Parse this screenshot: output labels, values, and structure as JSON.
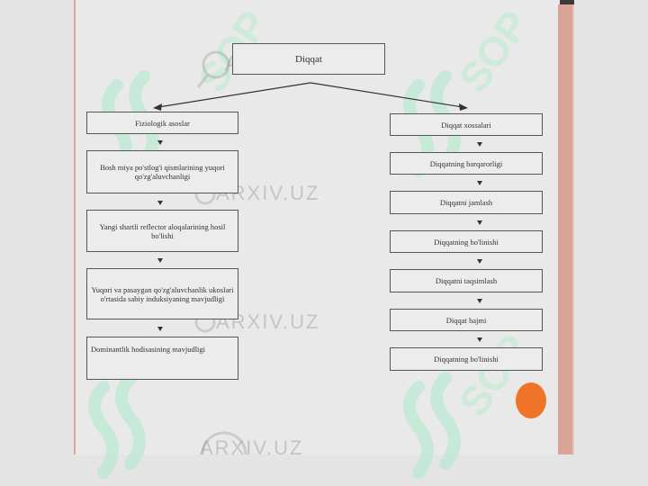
{
  "diagram": {
    "root": "Diqqat",
    "left_column": [
      "Fiziologik asoslar",
      "Bosh miya po'stlog'i qismlarining yuqori qo'zg'aluvchanligi",
      "Yangi shartli reflector aloqalarining hosil bo'lishi",
      "Yuqori va pasaygan qo'zg'aluvchanlik ukoslari o'rtasida sabiy induksiyaning mavjudligi",
      "Dominantlik hodisasining mavjudligi"
    ],
    "right_column": [
      "Diqqat xossalari",
      "Diqqatning barqarorligi",
      "Diqqatni jamlash",
      "Diqqatning bo'linishi",
      "Diqqatni taqsimlash",
      "Diqqat hajmi",
      "Diqqatning bo'linishi"
    ]
  },
  "watermarks": {
    "brand_text": "ARXIV.UZ",
    "sop_text": "SOP"
  },
  "colors": {
    "accent_stripe": "#d9a397",
    "orange_dot": "#ef7427",
    "box_border": "#555555",
    "watermark_green": "#aeebc8"
  }
}
